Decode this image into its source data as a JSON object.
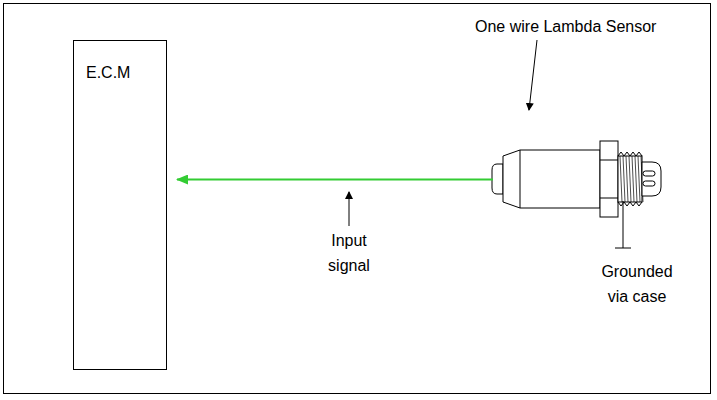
{
  "diagram": {
    "nodes": [
      {
        "text": [
          "E.C.M"
        ]
      },
      {
        "text": [
          "One wire Lambda Sensor"
        ]
      }
    ],
    "edges": [
      {
        "from": 1,
        "to": 0,
        "arrow": "to",
        "label": "Input signal"
      }
    ],
    "labels": [
      "Grounded via case"
    ]
  }
}
